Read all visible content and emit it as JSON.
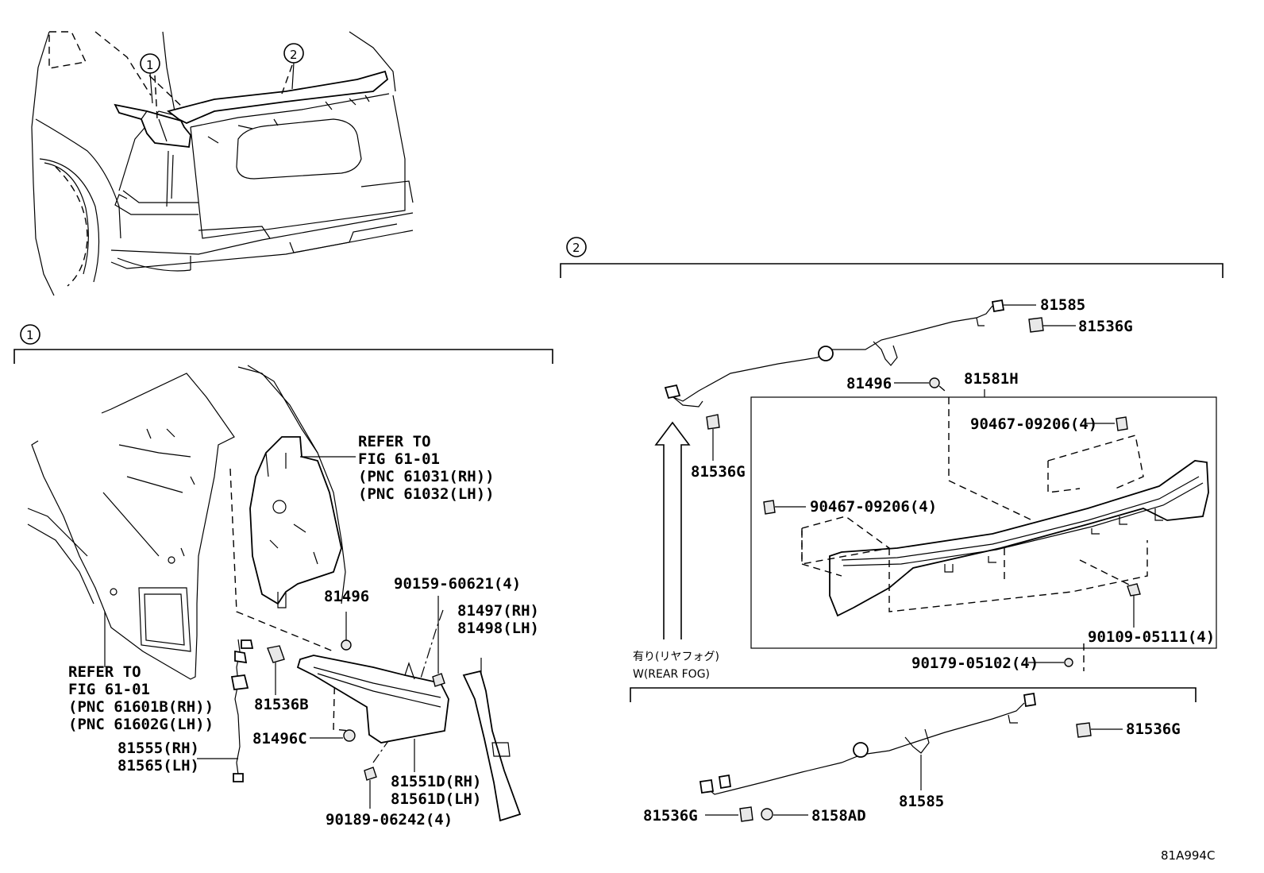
{
  "callouts": {
    "one": "1",
    "two": "2"
  },
  "section1": {
    "refer_right": [
      "REFER TO",
      "FIG 61-01",
      "(PNC 61031(RH))",
      "(PNC 61032(LH))"
    ],
    "refer_left": [
      "REFER TO",
      "FIG 61-01",
      "(PNC 61601B(RH))",
      "(PNC 61602G(LH))"
    ],
    "parts": {
      "p81496": "81496",
      "p90159": "90159-60621(4)",
      "p81497": "81497(RH)",
      "p81498": "81498(LH)",
      "p81536B": "81536B",
      "p81496C": "81496C",
      "p81555": "81555(RH)",
      "p81565": "81565(LH)",
      "p81551D": "81551D(RH)",
      "p81561D": "81561D(LH)",
      "p90189": "90189-06242(4)"
    }
  },
  "section2": {
    "parts": {
      "p81585_top": "81585",
      "p81536G_top": "81536G",
      "p81496": "81496",
      "p81581H": "81581H",
      "p90467_a": "90467-09206(4)",
      "p90467_b": "90467-09206(4)",
      "p81536G_left": "81536G",
      "p90109": "90109-05111(4)",
      "p90179": "90179-05102(4)",
      "p81536G_right": "81536G",
      "p81536G_bottom": "81536G",
      "p8158AD": "8158AD",
      "p81585_bottom": "81585"
    },
    "rear_fog_jp": "有り(リヤフォグ)",
    "rear_fog_en": "W(REAR FOG)"
  },
  "figure_code": "81A994C"
}
